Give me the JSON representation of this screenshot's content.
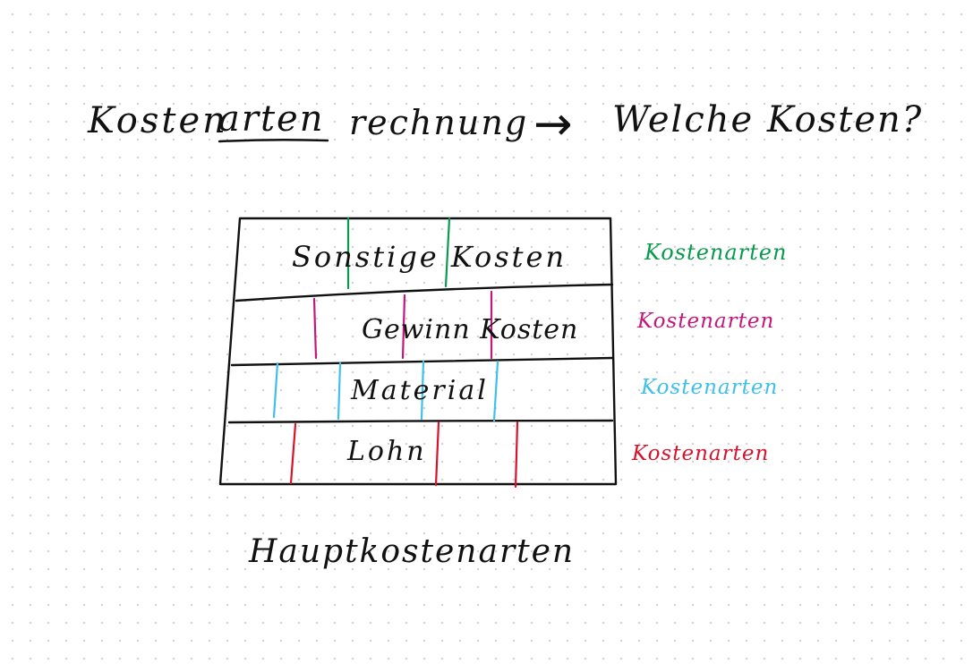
{
  "title": {
    "part1": "Kosten",
    "part2": "arten",
    "part3": "rechnung",
    "arrow": "→",
    "question": "Welche Kosten?"
  },
  "rows": [
    {
      "label": "Sonstige Kosten",
      "side_label": "Kostenarten",
      "color": "#0a9a4e"
    },
    {
      "label": "Gewinn Kosten",
      "side_label": "Kostenarten",
      "color": "#c2187a"
    },
    {
      "label": "Material",
      "side_label": "Kostenarten",
      "color": "#3fc0ea"
    },
    {
      "label": "Lohn",
      "side_label": "Kostenarten",
      "color": "#d8122c"
    }
  ],
  "caption": "Hauptkostenarten"
}
